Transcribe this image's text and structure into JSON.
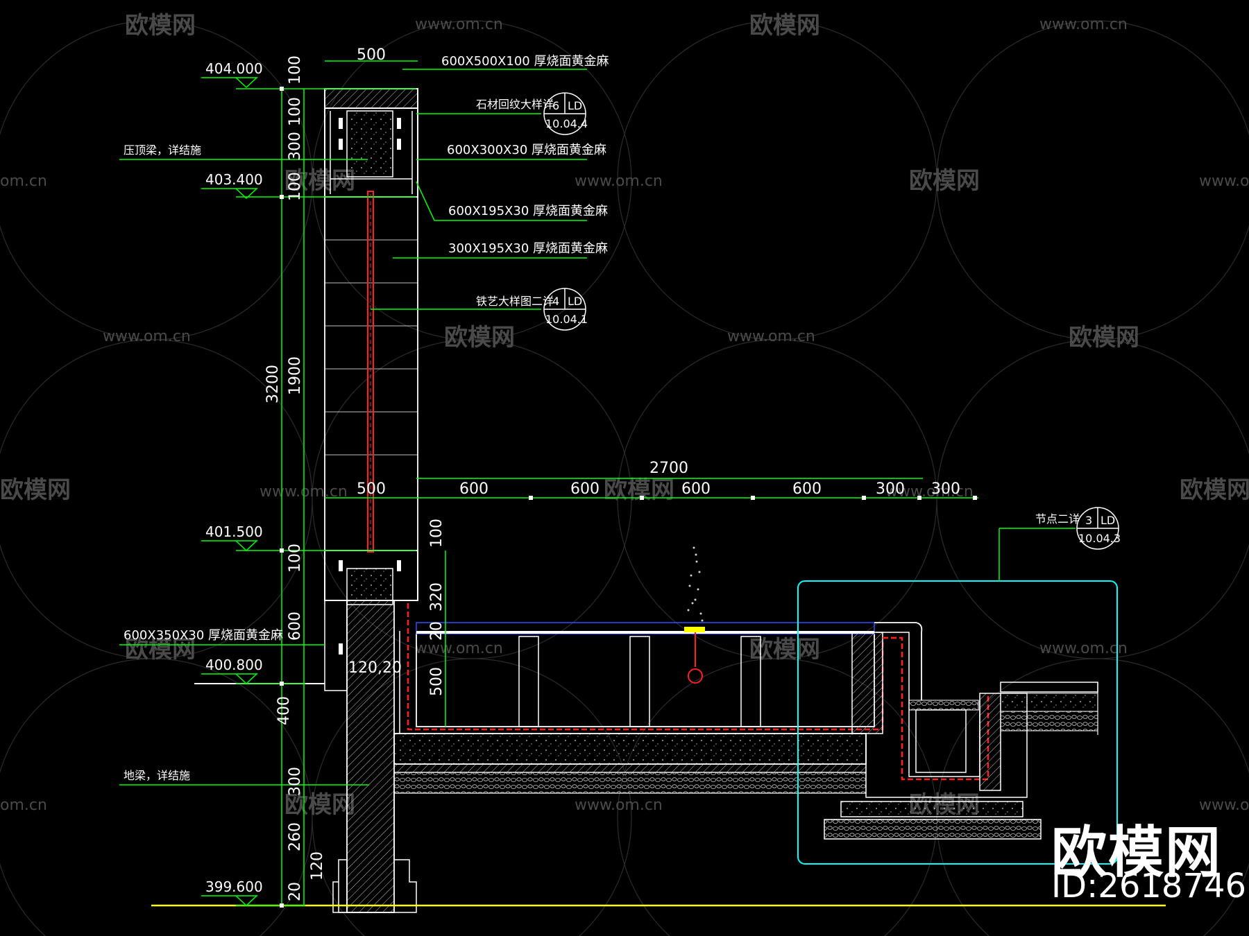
{
  "brand": {
    "name": "欧模网",
    "id_label": "ID:2618746",
    "site": "www.om.cn",
    "site_short": "om.cn",
    "watermark_text": "欧模网"
  },
  "elevations": {
    "e404": "404.000",
    "e403": "403.400",
    "e401": "401.500",
    "e400": "400.800",
    "e399": "399.600"
  },
  "left_labels": {
    "cap_beam": "压顶梁，详结施",
    "ground_beam": "地梁，详结施",
    "base_stone": "600X350X30 厚烧面黄金麻"
  },
  "right_labels": {
    "top_stone": "600X500X100 厚烧面黄金麻",
    "stone_detail": "石材回纹大样详",
    "mid_stone": "600X300X30 厚烧面黄金麻",
    "stone_195": "600X195X30 厚烧面黄金麻",
    "stone_195b": "300X195X30 厚烧面黄金麻",
    "iron_detail": "铁艺大样图二详",
    "node_detail": "节点二详"
  },
  "callouts": {
    "c1": {
      "num": "6",
      "ref": "LD",
      "sheet": "10.04.4"
    },
    "c2": {
      "num": "4",
      "ref": "LD",
      "sheet": "10.04.1"
    },
    "c3": {
      "num": "3",
      "ref": "LD",
      "sheet": "10.04.3"
    }
  },
  "dims_vertical": {
    "d100a": "100",
    "d100b": "100",
    "d300": "300",
    "d100c": "100",
    "d1900": "1900",
    "d3200": "3200",
    "d100d": "100",
    "d600": "600",
    "d400": "400",
    "d300b": "300",
    "d260": "260",
    "d120": "120",
    "d20": "20",
    "r100": "100",
    "r320": "320",
    "r20": "20",
    "r500": "500"
  },
  "dims_horizontal": {
    "top500": "500",
    "d2700": "2700",
    "d500": "500",
    "s1": "600",
    "s2": "600",
    "s3": "600",
    "s4": "600",
    "s5": "300",
    "s6": "300",
    "d120_20": "120,20"
  },
  "colors": {
    "green": "#00ff00",
    "cyan": "#00ffff",
    "white": "#ffffff",
    "red": "#ff2020",
    "yellow": "#ffff00",
    "blue": "#3050ff",
    "gray": "#7f7f7f"
  }
}
